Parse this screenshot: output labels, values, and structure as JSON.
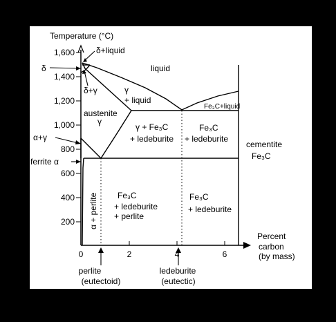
{
  "diagram": {
    "axis_y_title": "Temperature (°C)",
    "axis_x_title_lines": [
      "Percent",
      "carbon",
      "(by mass)"
    ],
    "y_ticks": [
      "1,600",
      "1,400",
      "1,200",
      "1,000",
      "800",
      "600",
      "400",
      "200"
    ],
    "x_ticks": [
      "0",
      "2",
      "4",
      "6"
    ],
    "regions": {
      "delta_liquid": "δ+liquid",
      "liquid": "liquid",
      "delta": "δ",
      "delta_gamma": "δ+γ",
      "gamma_liquid_1": "γ",
      "gamma_liquid_2": "+ liquid",
      "fe3c_liquid": "Fe₃C+liquid",
      "austenite_1": "austenite",
      "austenite_2": "γ",
      "gamma_fe3c_led_1": "γ + Fe₃C",
      "gamma_fe3c_led_2": "+ ledeburite",
      "fe3c_led_right_1": "Fe₃C",
      "fe3c_led_right_2": "+ ledeburite",
      "cementite_1": "cementite",
      "cementite_2": "Fe₃C",
      "alpha_gamma": "α+γ",
      "ferrite": "ferrite α",
      "alpha_perlite": "α + perlite",
      "fe3c_led_perlite_1": "Fe₃C",
      "fe3c_led_perlite_2": "+ ledeburite",
      "fe3c_led_perlite_3": "+ perlite",
      "fe3c_led_low_1": "Fe₃C",
      "fe3c_led_low_2": "+ ledeburite"
    },
    "points": {
      "perlite_1": "perlite",
      "perlite_2": "(eutectoid)",
      "ledeburite_1": "ledeburite",
      "ledeburite_2": "(eutectic)"
    }
  }
}
